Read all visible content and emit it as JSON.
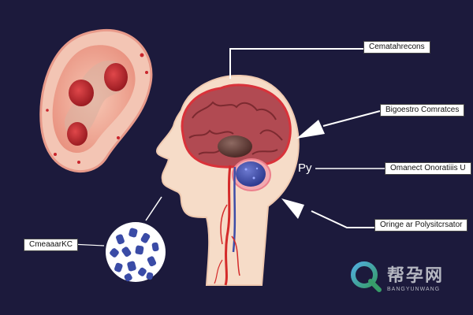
{
  "labels": {
    "top": "Cematahrecons",
    "upper_right": "Bigoestro Comratces",
    "middle_right": "Omanect Onoratiiis U",
    "lower_right": "Oringe ar Polysitcrsator",
    "left": "CmeaaarKC"
  },
  "marker_text": "Py",
  "watermark": {
    "cn": "帮孕网",
    "en": "BANGYUNWANG"
  },
  "colors": {
    "background": "#1c1a3c",
    "skin": "#f6dcc8",
    "brain": "#b14a52",
    "vessel": "#d42a2a",
    "blue_organ": "#3d4da8",
    "organ_red": "#c9252d"
  },
  "icons": [
    "logo-q-icon"
  ]
}
